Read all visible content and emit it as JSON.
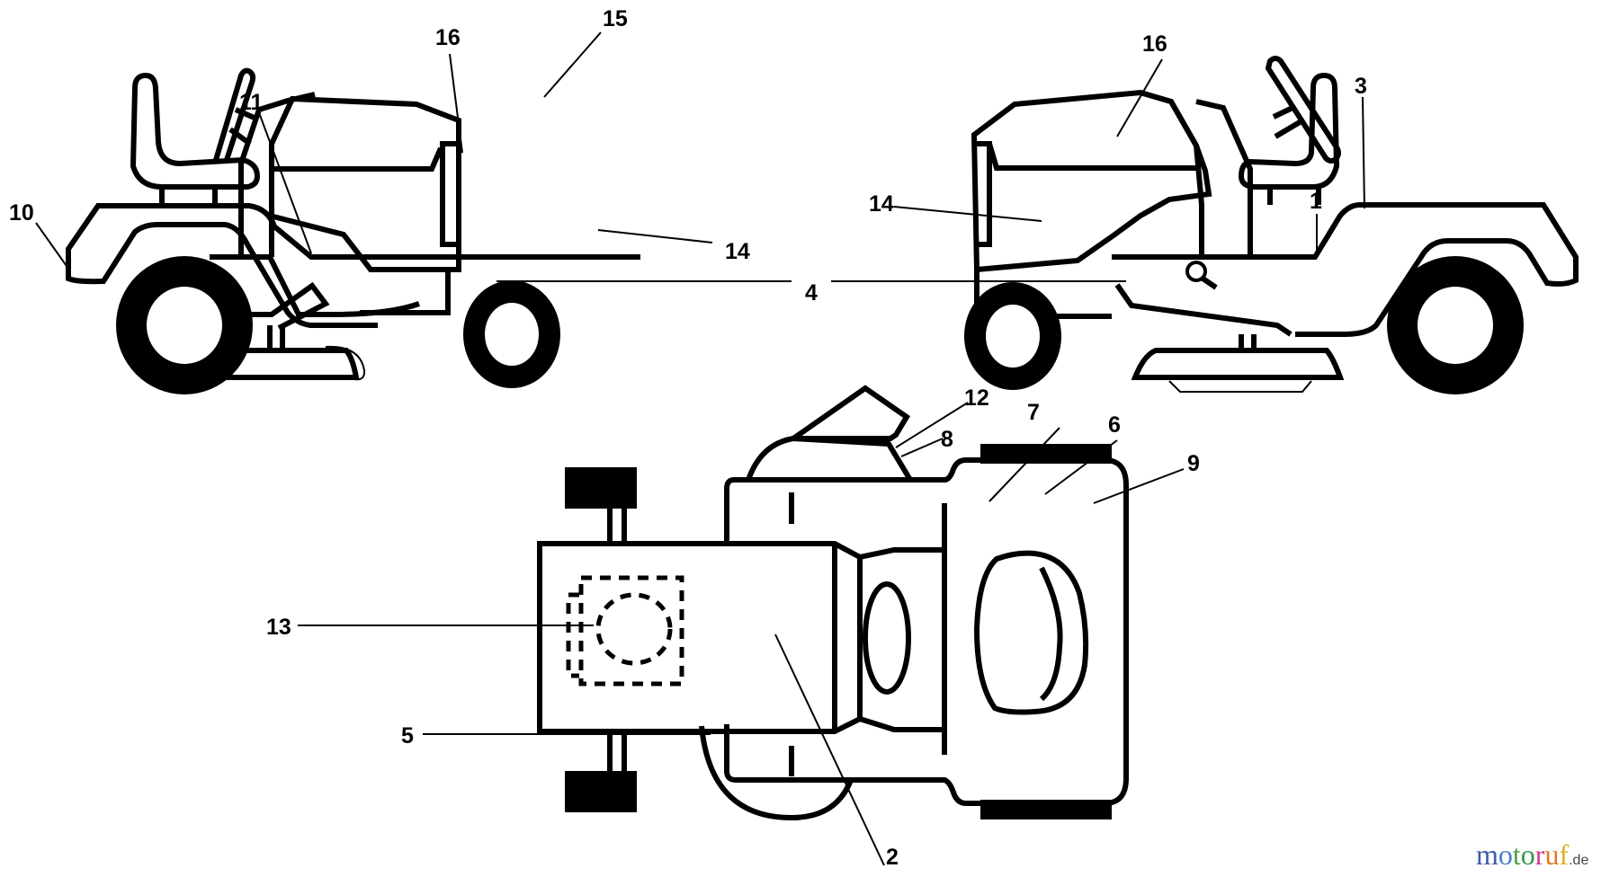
{
  "diagram": {
    "title": "Riding mower decal / label locations",
    "views": [
      "left-side-view",
      "right-side-view",
      "top-view"
    ],
    "callouts": {
      "c1": "1",
      "c2": "2",
      "c3": "3",
      "c4": "4",
      "c5": "5",
      "c6": "6",
      "c7": "7",
      "c8": "8",
      "c9": "9",
      "c10": "10",
      "c11": "11",
      "c12": "12",
      "c13": "13",
      "c14_left": "14",
      "c14_right": "14",
      "c15": "15",
      "c16_left": "16",
      "c16_right": "16"
    }
  },
  "watermark": {
    "letters": [
      {
        "ch": "m",
        "color": "#3b5ba8"
      },
      {
        "ch": "o",
        "color": "#4a7fc8"
      },
      {
        "ch": "t",
        "color": "#4aa04a"
      },
      {
        "ch": "o",
        "color": "#2f9a4a"
      },
      {
        "ch": "r",
        "color": "#d23a8c"
      },
      {
        "ch": "u",
        "color": "#e07a20"
      },
      {
        "ch": "f",
        "color": "#e0b020"
      }
    ],
    "suffix": ".de"
  }
}
